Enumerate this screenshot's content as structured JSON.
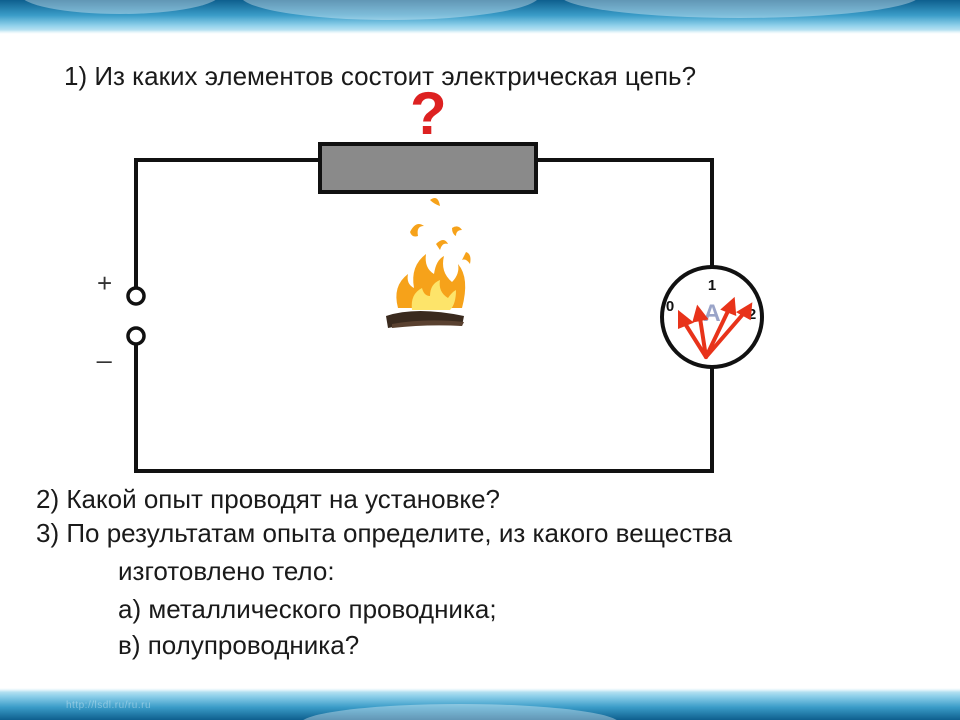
{
  "slide": {
    "question1": "1) Из каких элементов состоит электрическая цепь?",
    "question_mark": "?",
    "question2": "2) Какой опыт проводят на установке?",
    "question3_line1": "3) По результатам опыта определите, из какого вещества",
    "question3_line2": "изготовлено тело:",
    "option_a": "а) металлического проводника;",
    "option_b": "в) полупроводника?",
    "watermark": "http://lsdl.ru/ru.ru"
  },
  "circuit": {
    "plus_sign": "+",
    "minus_sign": "_",
    "ammeter": {
      "scale_labels": [
        "0",
        "1",
        "2"
      ],
      "letter": "A"
    }
  },
  "colors": {
    "wire": "#111111",
    "resistor_fill": "#8a8a8a",
    "question_mark": "#dd2121",
    "needles": "#e8331a",
    "flame_outer": "#f6a21a",
    "flame_inner": "#fde46a"
  }
}
